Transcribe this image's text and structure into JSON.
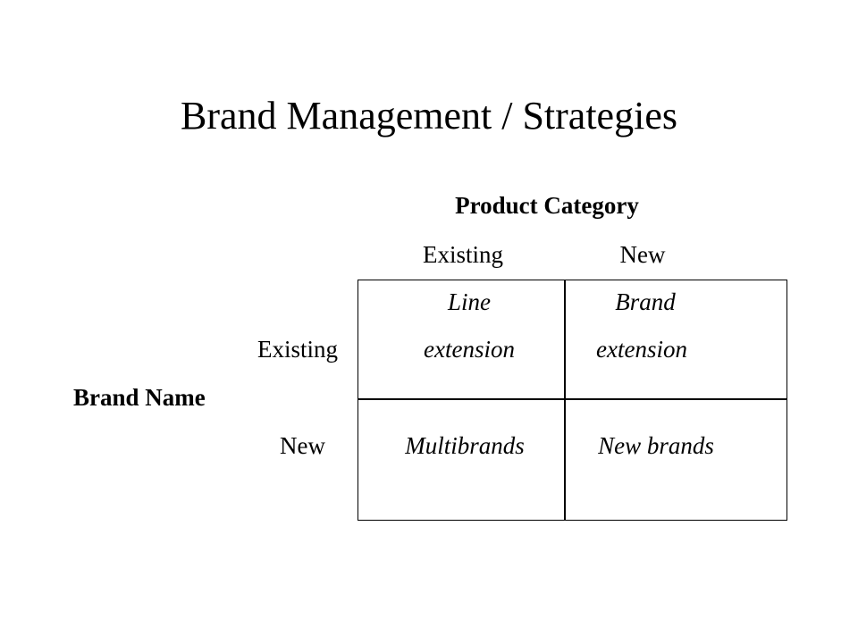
{
  "title": "Brand Management / Strategies",
  "axis": {
    "columns_label": "Product Category",
    "rows_label": "Brand Name"
  },
  "columns": [
    "Existing",
    "New"
  ],
  "rows": [
    "Existing",
    "New"
  ],
  "cells": {
    "existing_existing": [
      "Line",
      "extension"
    ],
    "existing_new": [
      "Brand",
      "extension"
    ],
    "new_existing": [
      "Multibrands"
    ],
    "new_new": [
      "New brands"
    ]
  }
}
